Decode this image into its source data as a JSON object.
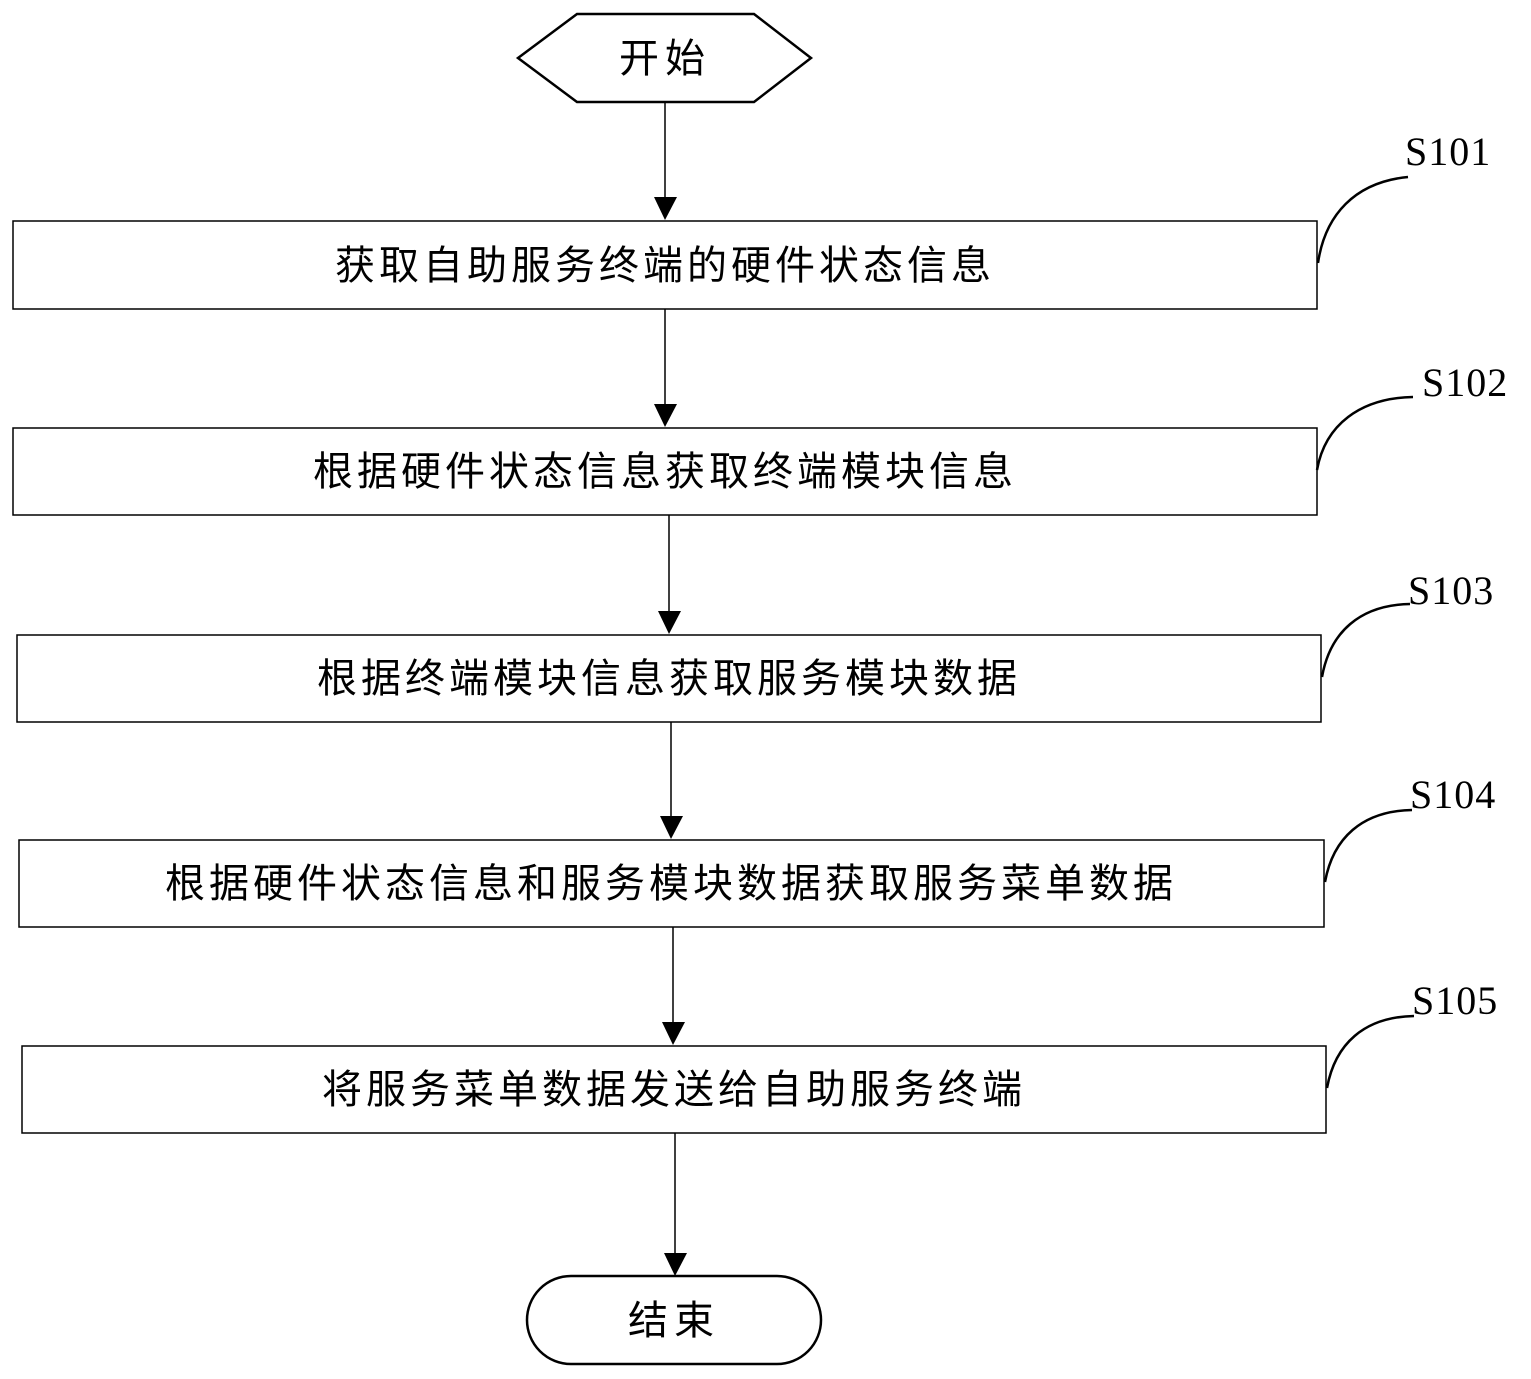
{
  "diagram": {
    "type": "flowchart",
    "start": {
      "label": "开始",
      "shape": "hexagon"
    },
    "end": {
      "label": "结束",
      "shape": "rounded-terminal"
    },
    "steps": [
      {
        "id": "S101",
        "label": "获取自助服务终端的硬件状态信息"
      },
      {
        "id": "S102",
        "label": "根据硬件状态信息获取终端模块信息"
      },
      {
        "id": "S103",
        "label": "根据终端模块信息获取服务模块数据"
      },
      {
        "id": "S104",
        "label": "根据硬件状态信息和服务模块数据获取服务菜单数据"
      },
      {
        "id": "S105",
        "label": "将服务菜单数据发送给自助服务终端"
      }
    ],
    "edges": [
      {
        "from": "start",
        "to": "S101"
      },
      {
        "from": "S101",
        "to": "S102"
      },
      {
        "from": "S102",
        "to": "S103"
      },
      {
        "from": "S103",
        "to": "S104"
      },
      {
        "from": "S104",
        "to": "S105"
      },
      {
        "from": "S105",
        "to": "end"
      }
    ],
    "colors": {
      "stroke": "#000000",
      "background": "#ffffff"
    }
  }
}
